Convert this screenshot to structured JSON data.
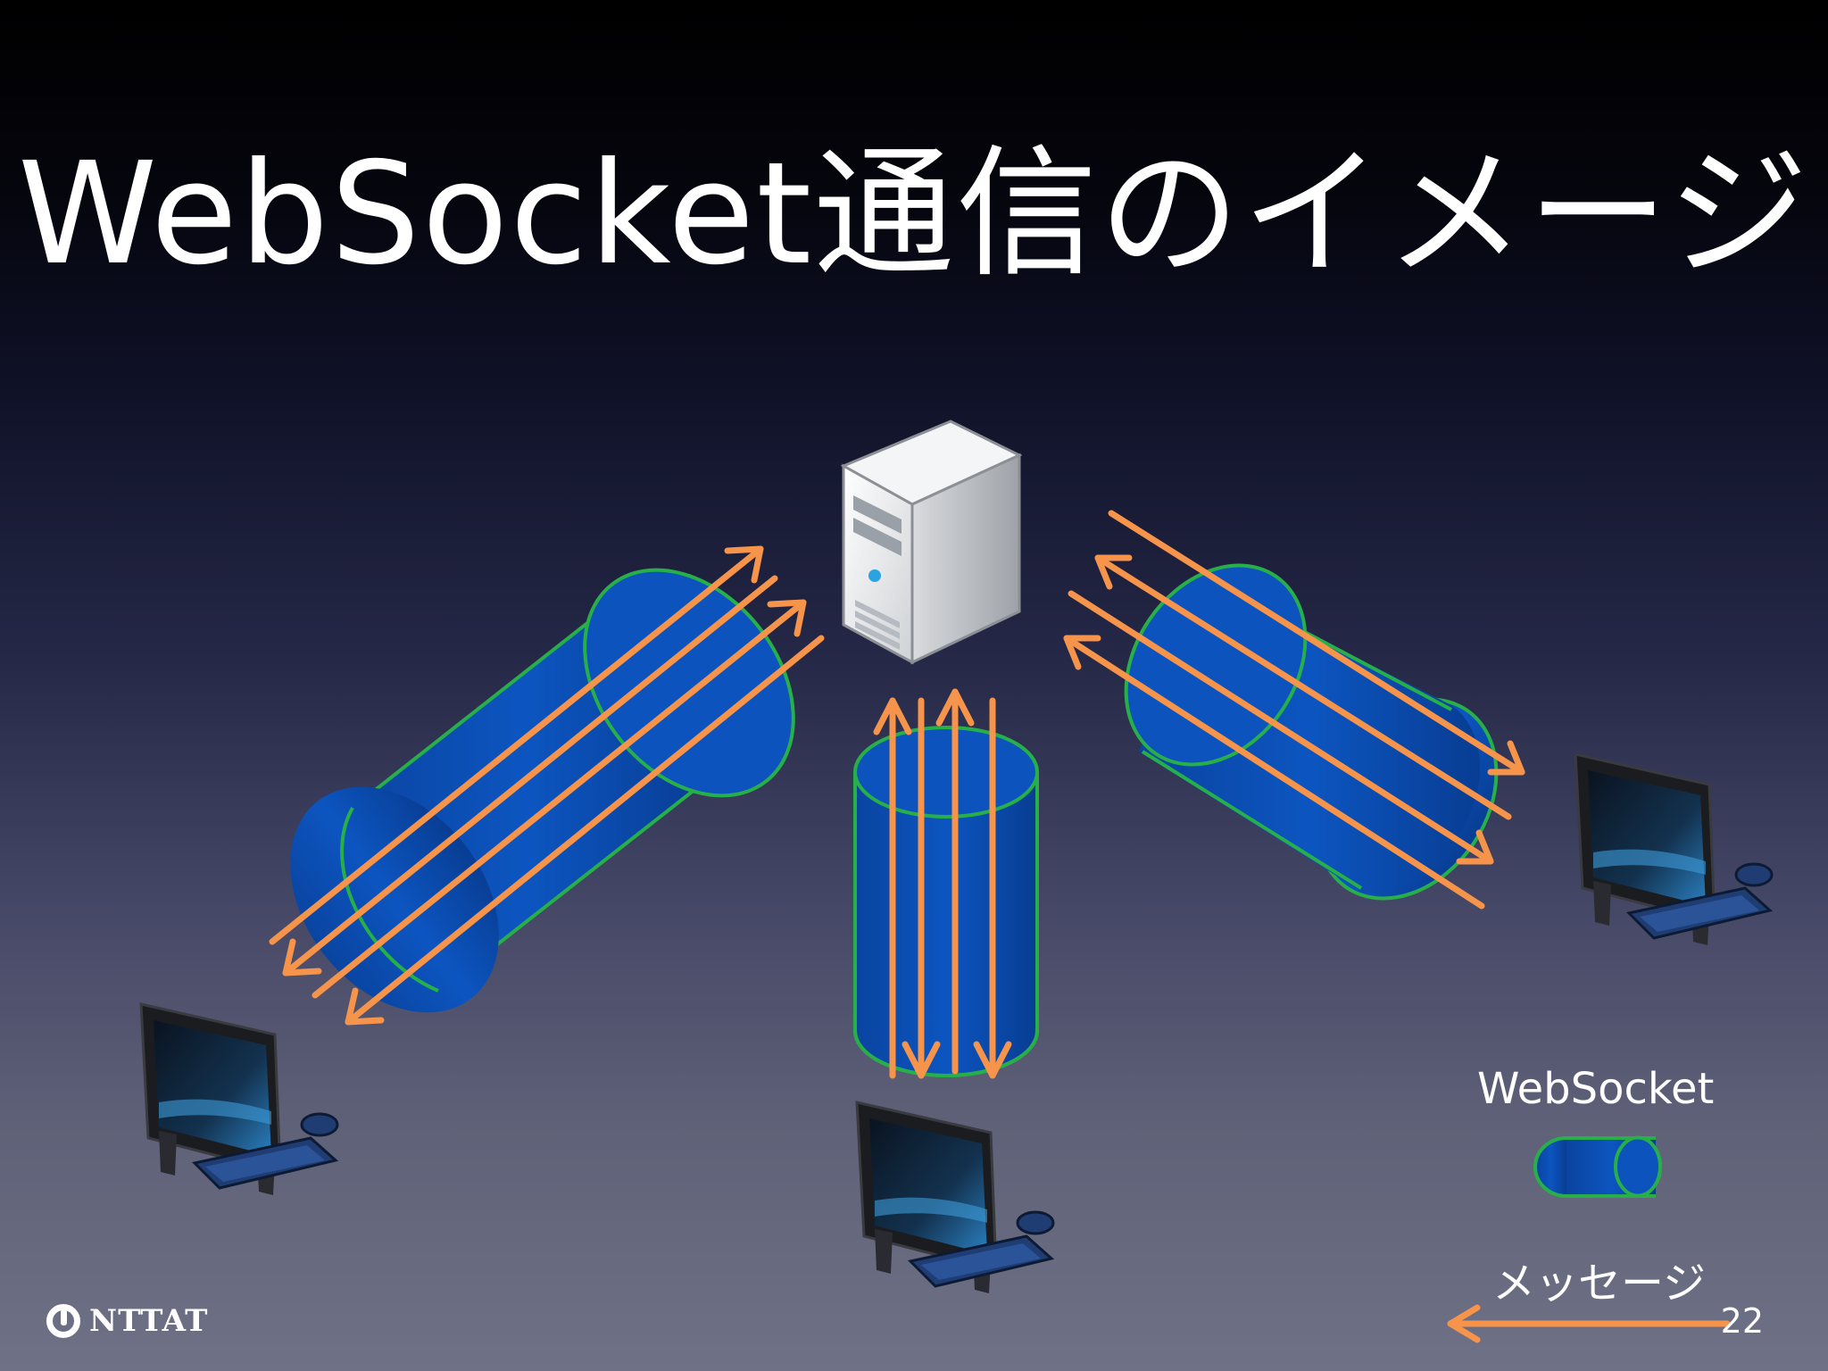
{
  "slide": {
    "title": "WebSocket通信のイメージ",
    "page_number": "22"
  },
  "legend": {
    "websocket_label": "WebSocket",
    "message_label": "メッセージ"
  },
  "logo": {
    "text": "NTTAT"
  },
  "colors": {
    "tube_fill": "#0b4aa8",
    "tube_stroke": "#27b04a",
    "arrow": "#f5944a",
    "text": "#ffffff"
  },
  "nodes": [
    "server-icon",
    "client-pc-icon",
    "client-pc-icon",
    "client-pc-icon"
  ]
}
